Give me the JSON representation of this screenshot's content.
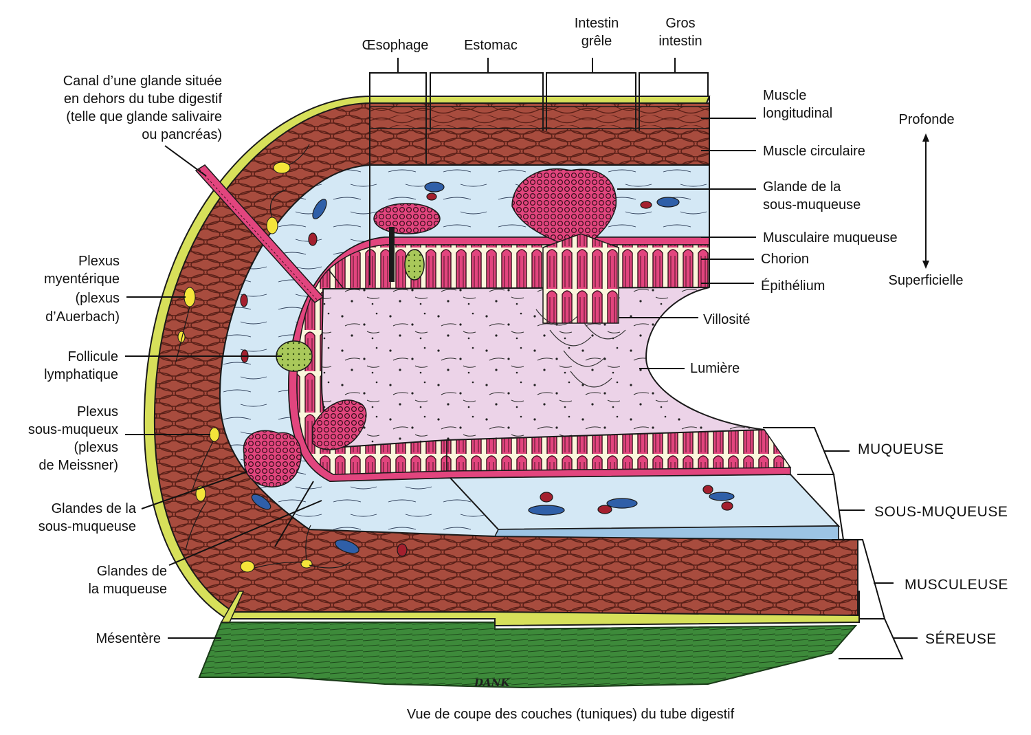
{
  "caption": "Vue de coupe des couches (tuniques) du tube digestif",
  "signature": "DANK",
  "regions": {
    "oesophage": "Œsophage",
    "estomac": "Estomac",
    "intestin_grele": [
      "Intestin",
      "grêle"
    ],
    "gros_intestin": [
      "Gros",
      "intestin"
    ]
  },
  "labels_left": {
    "canal": [
      "Canal d’une glande située",
      "en dehors du tube digestif",
      "(telle que glande salivaire",
      "ou pancréas)"
    ],
    "plexus_myenterique": [
      "Plexus",
      "myentérique",
      "(plexus",
      "d’Auerbach)"
    ],
    "follicule": [
      "Follicule",
      "lymphatique"
    ],
    "plexus_sous_muqueux": [
      "Plexus",
      "sous-muqueux",
      "(plexus",
      "de Meissner)"
    ],
    "glandes_sous_muqueuse": [
      "Glandes de la",
      "sous-muqueuse"
    ],
    "glandes_muqueuse": [
      "Glandes de",
      "la muqueuse"
    ],
    "mesentere": "Mésentère"
  },
  "labels_right": {
    "muscle_longitudinal": [
      "Muscle",
      "longitudinal"
    ],
    "muscle_circulaire": "Muscle circulaire",
    "glande_sous_muqueuse": [
      "Glande de la",
      "sous-muqueuse"
    ],
    "musculaire_muqueuse": "Musculaire muqueuse",
    "chorion": "Chorion",
    "epithelium": "Épithélium",
    "villosite": "Villosité",
    "lumiere": "Lumière"
  },
  "depth_axis": {
    "top": "Profonde",
    "bottom": "Superficielle"
  },
  "layers": {
    "muqueuse": "MUQUEUSE",
    "sous_muqueuse": "SOUS-MUQUEUSE",
    "musculeuse": "MUSCULEUSE",
    "sereuse": "SÉREUSE"
  },
  "colors": {
    "serosa": "#d7e05a",
    "muscle": "#a84c3e",
    "muscle_line": "#5a2018",
    "submucosa": "#d4e8f5",
    "mucosa_pink": "#e2457e",
    "chorion": "#fbf6dc",
    "lumen": "#ecd3e8",
    "mesentery": "#3d8a3a",
    "nerve_yellow": "#f4e53a",
    "vessel_blue": "#2f5fa8",
    "vessel_red": "#a4202e"
  }
}
